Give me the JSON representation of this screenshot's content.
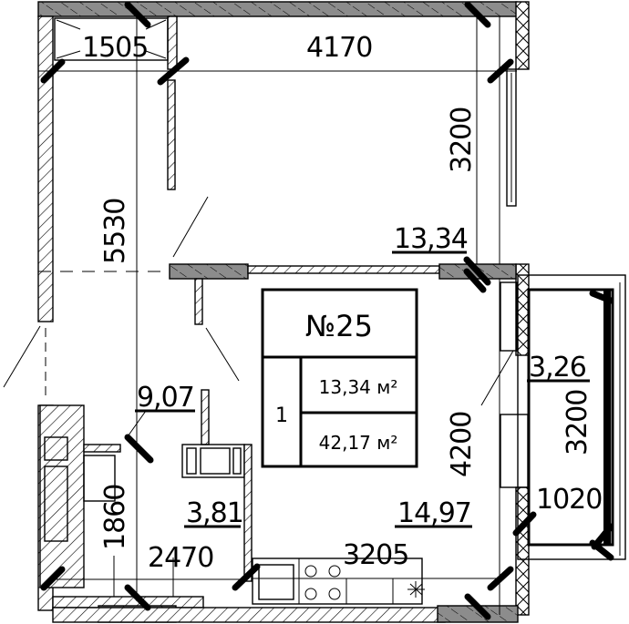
{
  "plan": {
    "apartment_label": "№25",
    "rooms_count": "1",
    "living_area": "13,34 м²",
    "total_area": "42,17 м²"
  },
  "rooms": {
    "living_room_area": "13,34",
    "hallway_area": "9,07",
    "bathroom_area": "3,81",
    "kitchen_area": "14,97",
    "balcony_area": "3,26"
  },
  "dimensions": {
    "wardrobe_width": "1505",
    "living_room_width": "4170",
    "living_room_depth": "3200",
    "hallway_length": "5530",
    "bathroom_depth": "1860",
    "bathroom_width": "2470",
    "kitchen_width": "3205",
    "kitchen_depth": "4200",
    "balcony_length": "3200",
    "balcony_width": "1020"
  },
  "colors": {
    "line": "#000000",
    "concrete_fill": "#8c8c8c",
    "background": "#ffffff"
  }
}
